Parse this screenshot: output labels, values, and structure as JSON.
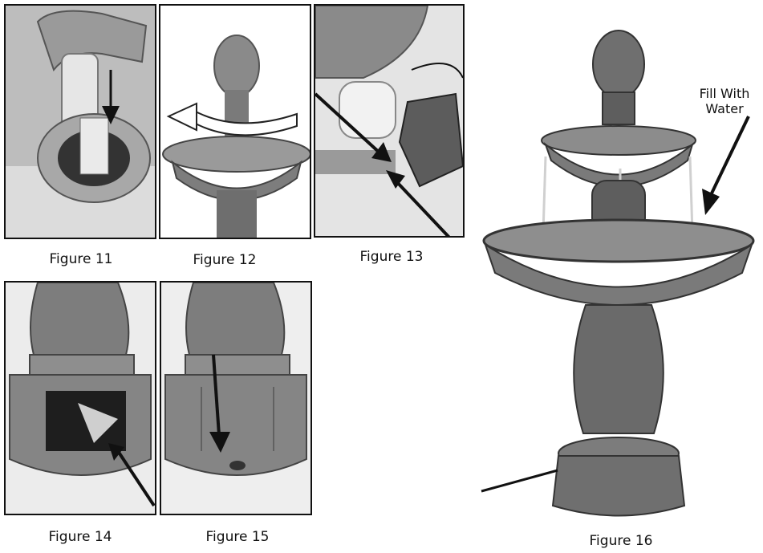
{
  "figures": [
    {
      "caption": "Figure 11"
    },
    {
      "caption": "Figure 12"
    },
    {
      "caption": "Figure 13"
    },
    {
      "caption": "Figure 14"
    },
    {
      "caption": "Figure 15"
    },
    {
      "caption": "Figure 16"
    }
  ],
  "annotation": {
    "line1": "Fill With",
    "line2": "Water"
  },
  "colors": {
    "stone": "#8a8a8a",
    "stone_dark": "#5c5c5c",
    "stone_light": "#b8b8b8",
    "arrow": "#1a1a1a"
  }
}
